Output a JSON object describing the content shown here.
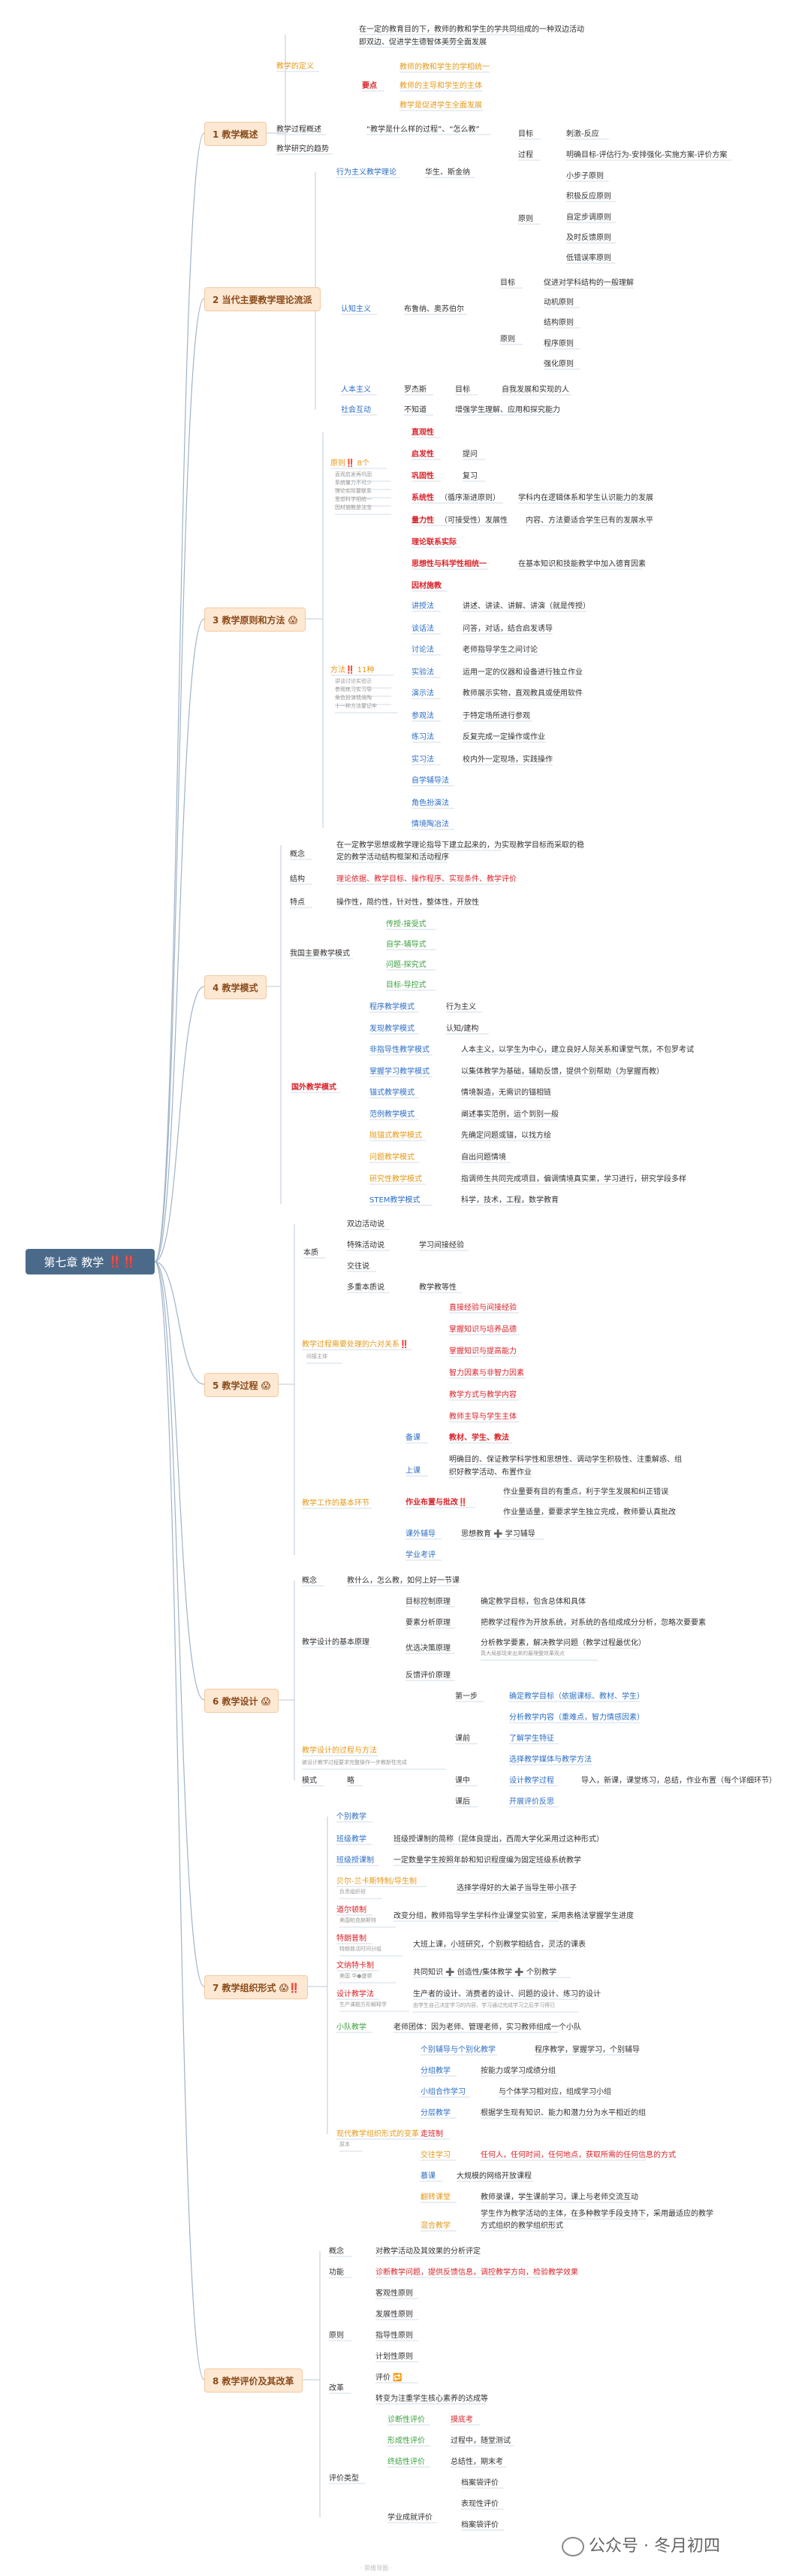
{
  "title": "第七章 教学",
  "title_badge": "‼️‼️",
  "chapters": [
    {
      "label": "1 教学概述"
    },
    {
      "label": "2 当代主要教学理论流派"
    },
    {
      "label": "3 教学原则和方法 😱"
    },
    {
      "label": "4 教学模式"
    },
    {
      "label": "5 教学过程 😱"
    },
    {
      "label": "6 教学设计 😱"
    },
    {
      "label": "7 教学组织形式 😱‼️"
    },
    {
      "label": "8 教学评价及其改革"
    }
  ],
  "watermark": "公众号 · 冬月初四",
  "footer": "· 思维导图 ·",
  "nodes": [
    [
      "n1",
      "在一定的教育目的下，教师的教和学生的学共同组成的一种双边活动",
      478,
      33,
      ""
    ],
    [
      "n2",
      "即双边、促进学生德智体美劳全面发展",
      478,
      50,
      ""
    ],
    [
      "n3",
      "教学的定义",
      368,
      82,
      "orange"
    ],
    [
      "n4",
      "要点",
      482,
      108,
      "red b"
    ],
    [
      "n5",
      "教师的教和学生的学相统一",
      532,
      83,
      "orange"
    ],
    [
      "n6",
      "教师的主导和学生的主体",
      532,
      108,
      "orange"
    ],
    [
      "n7",
      "教学是促进学生全面发展",
      532,
      134,
      "orange"
    ],
    [
      "n8",
      "教学过程概述",
      368,
      166,
      ""
    ],
    [
      "n9",
      "“教学是什么样的过程”、“怎么教”",
      488,
      166,
      ""
    ],
    [
      "n10",
      "教学研究的趋势",
      368,
      192,
      ""
    ],
    [
      "n11",
      "行为主义教学理论",
      448,
      223,
      "blue"
    ],
    [
      "n12",
      "华生、斯金纳",
      566,
      223,
      ""
    ],
    [
      "n13",
      "目标",
      690,
      172,
      ""
    ],
    [
      "n14",
      "刺激-反应",
      754,
      172,
      ""
    ],
    [
      "n15",
      "过程",
      690,
      200,
      ""
    ],
    [
      "n16",
      "明确目标-评估行为-安排强化-实施方案-评价方案",
      754,
      200,
      ""
    ],
    [
      "n17",
      "原则",
      690,
      285,
      ""
    ],
    [
      "n18",
      "小步子原则",
      754,
      228,
      ""
    ],
    [
      "n19",
      "积极反应原则",
      754,
      255,
      ""
    ],
    [
      "n20",
      "自定步调原则",
      754,
      283,
      ""
    ],
    [
      "n21",
      "及时反馈原则",
      754,
      310,
      ""
    ],
    [
      "n22",
      "低错误率原则",
      754,
      337,
      ""
    ],
    [
      "n23",
      "认知主义",
      454,
      405,
      "blue"
    ],
    [
      "n24",
      "布鲁纳、奥苏伯尔",
      538,
      405,
      ""
    ],
    [
      "n25",
      "目标",
      666,
      370,
      ""
    ],
    [
      "n26",
      "促进对学科结构的一般理解",
      724,
      370,
      ""
    ],
    [
      "n27",
      "原则",
      666,
      445,
      ""
    ],
    [
      "n28",
      "动机原则",
      724,
      396,
      ""
    ],
    [
      "n29",
      "结构原则",
      724,
      423,
      ""
    ],
    [
      "n30",
      "程序原则",
      724,
      451,
      ""
    ],
    [
      "n31",
      "强化原则",
      724,
      478,
      ""
    ],
    [
      "n32",
      "人本主义",
      454,
      512,
      "blue"
    ],
    [
      "n33",
      "罗杰斯",
      538,
      512,
      ""
    ],
    [
      "n34",
      "目标",
      606,
      512,
      ""
    ],
    [
      "n35",
      "自我发展和实现的人",
      668,
      512,
      ""
    ],
    [
      "n36",
      "社会互动",
      454,
      539,
      "blue"
    ],
    [
      "n37",
      "不知道",
      538,
      539,
      ""
    ],
    [
      "n38",
      "增强学生理解、应用和探究能力",
      606,
      539,
      ""
    ],
    [
      "n39",
      "直观性",
      548,
      569,
      "red b"
    ],
    [
      "n40",
      "启发性",
      548,
      598,
      "red b"
    ],
    [
      "n41",
      "提问",
      616,
      598,
      ""
    ],
    [
      "n42",
      "巩固性",
      548,
      627,
      "red b"
    ],
    [
      "n43",
      "复习",
      616,
      627,
      ""
    ],
    [
      "n44",
      "系统性",
      548,
      656,
      "red b"
    ],
    [
      "n45",
      "（循序渐进原则）",
      586,
      656,
      ""
    ],
    [
      "n46",
      "学科内在逻辑体系和学生认识能力的发展",
      690,
      656,
      ""
    ],
    [
      "n47",
      "量力性",
      548,
      686,
      "red b"
    ],
    [
      "n48",
      "（可接受性）发展性",
      586,
      686,
      ""
    ],
    [
      "n49",
      "内容、方法要适合学生已有的发展水平",
      700,
      686,
      ""
    ],
    [
      "n50",
      "理论联系实际",
      548,
      715,
      "red b"
    ],
    [
      "n51",
      "思想性与科学性相统一",
      548,
      744,
      "red b"
    ],
    [
      "n52",
      "在基本知识和技能教学中加入德育因素",
      690,
      744,
      ""
    ],
    [
      "n53",
      "因材施教",
      548,
      773,
      "red b"
    ],
    [
      "n54",
      "原则‼️ 8个",
      440,
      610,
      "orange"
    ],
    [
      "n55",
      "直观启发再巩固",
      446,
      627,
      "note"
    ],
    [
      "n56",
      "系统量力不可少",
      446,
      638,
      "note"
    ],
    [
      "n57",
      "理论实际要联系",
      446,
      649,
      "note"
    ],
    [
      "n58",
      "思想科学相统一",
      446,
      660,
      "note"
    ],
    [
      "n59",
      "因材施教是法宝",
      446,
      671,
      "note"
    ],
    [
      "n60",
      "讲授法",
      548,
      800,
      "blue"
    ],
    [
      "n61",
      "讲述、讲读、讲解、讲演（就是传授）",
      616,
      800,
      ""
    ],
    [
      "n62",
      "谈话法",
      548,
      830,
      "blue"
    ],
    [
      "n63",
      "问答，对话，结合启发诱导",
      616,
      830,
      ""
    ],
    [
      "n64",
      "讨论法",
      548,
      858,
      "blue"
    ],
    [
      "n65",
      "老师指导学生之间讨论",
      616,
      858,
      ""
    ],
    [
      "n66",
      "实验法",
      548,
      888,
      "blue"
    ],
    [
      "n67",
      "运用一定的仪器和设备进行独立作业",
      616,
      888,
      ""
    ],
    [
      "n68",
      "演示法",
      548,
      916,
      "blue"
    ],
    [
      "n69",
      "教师展示实物，直观教具或使用软件",
      616,
      916,
      ""
    ],
    [
      "n70",
      "参观法",
      548,
      946,
      "blue"
    ],
    [
      "n71",
      "于特定场所进行参观",
      616,
      946,
      ""
    ],
    [
      "n72",
      "练习法",
      548,
      974,
      "blue"
    ],
    [
      "n73",
      "反复完成一定操作或作业",
      616,
      974,
      ""
    ],
    [
      "n74",
      "实习法",
      548,
      1004,
      "blue"
    ],
    [
      "n75",
      "校内外一定现场，实践操作",
      616,
      1004,
      ""
    ],
    [
      "n76",
      "自学辅导法",
      548,
      1032,
      "blue"
    ],
    [
      "n77",
      "角色扮演法",
      548,
      1062,
      "blue"
    ],
    [
      "n78",
      "情境陶冶法",
      548,
      1090,
      "blue"
    ],
    [
      "n79",
      "方法‼️ 11种",
      440,
      885,
      "orange"
    ],
    [
      "n80",
      "讲谈讨论实验示",
      446,
      902,
      "note"
    ],
    [
      "n81",
      "参观练习实习导",
      446,
      913,
      "note"
    ],
    [
      "n82",
      "角色扮演情境陶",
      446,
      924,
      "note"
    ],
    [
      "n83",
      "十一种方法要记牢",
      446,
      935,
      "note"
    ],
    [
      "n84",
      "在一定教学思想或教学理论指导下建立起来的，为实现教学目标而采取的稳",
      448,
      1118,
      ""
    ],
    [
      "n85",
      "定的教学活动结构框架和活动程序",
      448,
      1134,
      ""
    ],
    [
      "n86",
      "概念",
      386,
      1130,
      ""
    ],
    [
      "n87",
      "结构",
      386,
      1163,
      ""
    ],
    [
      "n88",
      "理论依据、教学目标、操作程序、实现条件、教学评价",
      448,
      1163,
      "red"
    ],
    [
      "n89",
      "特点",
      386,
      1194,
      ""
    ],
    [
      "n90",
      "操作性，简约性，针对性，整体性，开放性",
      448,
      1194,
      ""
    ],
    [
      "n91",
      "我国主要教学模式",
      386,
      1262,
      ""
    ],
    [
      "n92",
      "传授-接受式",
      514,
      1223,
      "green"
    ],
    [
      "n93",
      "自学-辅导式",
      514,
      1250,
      "green"
    ],
    [
      "n94",
      "问题-探究式",
      514,
      1277,
      "green"
    ],
    [
      "n95",
      "目标-导控式",
      514,
      1304,
      "green"
    ],
    [
      "n96",
      "国外教学模式",
      388,
      1440,
      "red b"
    ],
    [
      "n97",
      "程序教学模式",
      492,
      1333,
      "blue"
    ],
    [
      "n98",
      "行为主义",
      594,
      1333,
      ""
    ],
    [
      "n99",
      "发现教学模式",
      492,
      1362,
      "blue"
    ],
    [
      "n100",
      "认知/建构",
      594,
      1362,
      ""
    ],
    [
      "n101",
      "非指导性教学模式",
      492,
      1390,
      "blue"
    ],
    [
      "n102",
      "人本主义，以学生为中心，建立良好人际关系和课堂气氛，不包罗考试",
      614,
      1390,
      ""
    ],
    [
      "n103",
      "掌握学习教学模式",
      492,
      1419,
      "blue"
    ],
    [
      "n104",
      "以集体教学为基础，辅助反馈，提供个别帮助（为掌握而教）",
      614,
      1419,
      ""
    ],
    [
      "n105",
      "锚式教学模式",
      492,
      1447,
      "blue"
    ],
    [
      "n106",
      "情境製造，无需识的锚相链",
      614,
      1447,
      ""
    ],
    [
      "n107",
      "范例教学模式",
      492,
      1476,
      "blue"
    ],
    [
      "n108",
      "阐述事实范例，运个到别一般",
      614,
      1476,
      ""
    ],
    [
      "n109",
      "抛锚式教学模式",
      492,
      1504,
      "orange"
    ],
    [
      "n110",
      "先确定问题或锚，以找方绘",
      614,
      1504,
      ""
    ],
    [
      "n111",
      "问题教学模式",
      492,
      1533,
      "orange"
    ],
    [
      "n112",
      "自出问题情境",
      614,
      1533,
      ""
    ],
    [
      "n113",
      "研究性教学模式",
      492,
      1562,
      "orange"
    ],
    [
      "n114",
      "指调师生共同完成项目，偏调情境真实果，学习进行，研究学段多样",
      614,
      1562,
      ""
    ],
    [
      "n115",
      "STEM教学模式",
      492,
      1590,
      "blue"
    ],
    [
      "n116",
      "科学，技术，工程，数学教育",
      614,
      1590,
      ""
    ],
    [
      "n117",
      "本质",
      404,
      1660,
      ""
    ],
    [
      "n118",
      "双边活动说",
      462,
      1622,
      ""
    ],
    [
      "n119",
      "特殊活动说",
      462,
      1650,
      ""
    ],
    [
      "n120",
      "学习间接经验",
      558,
      1650,
      ""
    ],
    [
      "n121",
      "交往说",
      462,
      1678,
      ""
    ],
    [
      "n122",
      "多重本质说",
      462,
      1706,
      ""
    ],
    [
      "n123",
      "教学教等性",
      558,
      1706,
      ""
    ],
    [
      "n124",
      "教学过程需要处理的六对关系‼️",
      402,
      1782,
      "orange"
    ],
    [
      "n125",
      "间接主体",
      408,
      1800,
      "note"
    ],
    [
      "n126",
      "直接经验与间接经验",
      598,
      1733,
      "red"
    ],
    [
      "n127",
      "掌握知识与培养品德",
      598,
      1762,
      "red"
    ],
    [
      "n128",
      "掌握知识与提高能力",
      598,
      1791,
      "red"
    ],
    [
      "n129",
      "智力因素与非智力因素",
      598,
      1820,
      "red"
    ],
    [
      "n130",
      "教学方式与教学内容",
      598,
      1849,
      "red"
    ],
    [
      "n131",
      "教师主导与学生主体",
      598,
      1878,
      "red"
    ],
    [
      "n132",
      "教学工作的基本环节",
      402,
      1993,
      "orange"
    ],
    [
      "n133",
      "备课",
      540,
      1906,
      "blue"
    ],
    [
      "n134",
      "教材、学生、教法",
      598,
      1906,
      "red b"
    ],
    [
      "n135",
      "上课",
      540,
      1950,
      "blue"
    ],
    [
      "n136",
      "明确目的、保证教学科学性和思想性、调动学生积极性、注重解惑、组",
      598,
      1935,
      ""
    ],
    [
      "n137",
      "织好教学活动、布置作业",
      598,
      1952,
      ""
    ],
    [
      "n138",
      "作业布置与批改‼️",
      540,
      1992,
      "red b"
    ],
    [
      "n139",
      "作业量要有目的有重点，利于学生发展和纠正错误",
      670,
      1978,
      ""
    ],
    [
      "n140",
      "作业量适量，要要求学生独立完成，教师要认真批改",
      670,
      2005,
      ""
    ],
    [
      "n141",
      "课外辅导",
      540,
      2034,
      "blue"
    ],
    [
      "n142",
      "思想教育 ➕ 学习辅导",
      614,
      2034,
      ""
    ],
    [
      "n143",
      "学业考评",
      540,
      2062,
      "blue"
    ],
    [
      "n144",
      "概念",
      402,
      2096,
      ""
    ],
    [
      "n145",
      "教什么，怎么教，如何上好一节课",
      462,
      2096,
      ""
    ],
    [
      "n146",
      "教学设计的基本原理",
      402,
      2178,
      ""
    ],
    [
      "n147",
      "目标控制原理",
      540,
      2124,
      ""
    ],
    [
      "n148",
      "确定教学目标，包含总体和具体",
      640,
      2124,
      ""
    ],
    [
      "n149",
      "要素分析原理",
      540,
      2152,
      ""
    ],
    [
      "n150",
      "把教学过程作为开放系统，对系统的各组成成分分析，忽略次要要素",
      640,
      2152,
      ""
    ],
    [
      "n151",
      "优选决策原理",
      540,
      2186,
      ""
    ],
    [
      "n152",
      "分析教学要素，解决教学问题（教学过程最优化）",
      640,
      2179,
      ""
    ],
    [
      "n153",
      "真大局部现来出来的最理整效果观点",
      640,
      2195,
      "note"
    ],
    [
      "n154",
      "反馈评价原理",
      540,
      2222,
      ""
    ],
    [
      "n155",
      "教学设计的过程与方法",
      402,
      2322,
      "orange"
    ],
    [
      "n156",
      "被设计教学过程要求完整操作一步教新性完成",
      402,
      2340,
      "note"
    ],
    [
      "n157",
      "第一步",
      606,
      2250,
      ""
    ],
    [
      "n158",
      "确定教学目标（依据课标、教材、学生）",
      678,
      2250,
      "blue"
    ],
    [
      "n159",
      "课前",
      606,
      2306,
      ""
    ],
    [
      "n160",
      "分析教学内容（重难点，智力情感因素）",
      678,
      2278,
      "blue"
    ],
    [
      "n161",
      "了解学生特征",
      678,
      2306,
      "blue"
    ],
    [
      "n162",
      "选择教学媒体与教学方法",
      678,
      2334,
      "blue"
    ],
    [
      "n163",
      "课中",
      606,
      2362,
      ""
    ],
    [
      "n164",
      "设计教学过程",
      678,
      2362,
      "blue"
    ],
    [
      "n165",
      "导入，新课，课堂练习，总结，作业布置（每个详细环节）",
      774,
      2362,
      ""
    ],
    [
      "n166",
      "课后",
      606,
      2390,
      ""
    ],
    [
      "n167",
      "开展评价反思",
      678,
      2390,
      "blue"
    ],
    [
      "n168",
      "模式",
      402,
      2362,
      ""
    ],
    [
      "n169",
      "略",
      462,
      2362,
      ""
    ],
    [
      "n170",
      "个别教学",
      448,
      2410,
      "blue"
    ],
    [
      "n171",
      "班级教学",
      448,
      2440,
      "blue"
    ],
    [
      "n172",
      "班级授课制的简称（昆体良提出，西周大学化采用过这种形式）",
      524,
      2440,
      ""
    ],
    [
      "n173",
      "班级授课制",
      448,
      2468,
      "blue"
    ],
    [
      "n174",
      "一定数量学生按照年龄和知识程度编为固定班级系统教学",
      524,
      2468,
      ""
    ],
    [
      "n175",
      "贝尔-兰卡斯特制/导生制",
      448,
      2496,
      "orange"
    ],
    [
      "n176",
      "负责组织班",
      452,
      2512,
      "note"
    ],
    [
      "n177",
      "选择学得好的大弟子当导生带小孩子",
      608,
      2505,
      ""
    ],
    [
      "n178",
      "道尔顿制",
      448,
      2534,
      "red"
    ],
    [
      "n179",
      "美国帕克赫斯特",
      452,
      2550,
      "note"
    ],
    [
      "n180",
      "改变分组，教师指导学生学科作业课堂实验室，采用表格法掌握学生进度",
      524,
      2542,
      ""
    ],
    [
      "n181",
      "特朗普制",
      448,
      2572,
      "red"
    ],
    [
      "n182",
      "特朗普活时间分组",
      452,
      2588,
      "note"
    ],
    [
      "n183",
      "大班上课，小班研究，个别教学相结合，灵活的课表",
      550,
      2580,
      ""
    ],
    [
      "n184",
      "文纳特卡制",
      448,
      2608,
      "red"
    ],
    [
      "n185",
      "美国 华●盛顿",
      452,
      2624,
      "note"
    ],
    [
      "n186",
      "共同知识 ➕ 创造性/集体教学 ➕ 个别教学",
      550,
      2617,
      ""
    ],
    [
      "n187",
      "设计教学法",
      448,
      2646,
      "red"
    ],
    [
      "n188",
      "生产课题方形解释学",
      452,
      2662,
      "note"
    ],
    [
      "n189",
      "生产者的设计、消费者的设计、问题的设计、练习的设计",
      550,
      2646,
      ""
    ],
    [
      "n190",
      "由学生自己决定学习的内容，学习通过完成学习之后学习得已",
      550,
      2663,
      "note"
    ],
    [
      "n191",
      "小队教学",
      448,
      2690,
      "green"
    ],
    [
      "n192",
      "老师团体：因为老师、管理老师，实习教师组成一个小队",
      524,
      2690,
      ""
    ],
    [
      "n193",
      "个别辅导与个别化教学",
      560,
      2720,
      "blue"
    ],
    [
      "n194",
      "程序教学，掌握学习，个别辅导",
      712,
      2720,
      ""
    ],
    [
      "n195",
      "分组教学",
      560,
      2748,
      "blue"
    ],
    [
      "n196",
      "按能力或学习成绩分组",
      640,
      2748,
      ""
    ],
    [
      "n197",
      "小组合作学习",
      560,
      2776,
      "blue"
    ],
    [
      "n198",
      "与个体学习相对应，组成学习小组",
      664,
      2776,
      ""
    ],
    [
      "n199",
      "分层教学",
      560,
      2804,
      "blue"
    ],
    [
      "n200",
      "根据学生现有知识、能力和潜力分为水平相近的组",
      640,
      2804,
      ""
    ],
    [
      "n201",
      "走班制",
      560,
      2832,
      "red"
    ],
    [
      "n202",
      "现代教学组织形式的变革",
      448,
      2832,
      "orange"
    ],
    [
      "n203",
      "原本",
      452,
      2848,
      "note"
    ],
    [
      "n204",
      "交往学习",
      560,
      2860,
      "orange"
    ],
    [
      "n205",
      "任何人，任何时间，任何地点，获取所需的任何信息的方式",
      640,
      2860,
      "red"
    ],
    [
      "n206",
      "慕课",
      560,
      2888,
      "blue"
    ],
    [
      "n207",
      "大规模的网络开放课程",
      608,
      2888,
      ""
    ],
    [
      "n208",
      "翻转课堂",
      560,
      2916,
      "orange"
    ],
    [
      "n209",
      "教师录课，学生课前学习，课上与老师交流互动",
      640,
      2916,
      ""
    ],
    [
      "n210",
      "学生作为教学活动的主体，在多种教学手段支持下，采用最适应的教学",
      640,
      2938,
      ""
    ],
    [
      "n211",
      "混合教学",
      560,
      2954,
      "orange"
    ],
    [
      "n212",
      "方式组织的教学组织形式",
      640,
      2954,
      ""
    ],
    [
      "n213",
      "概念",
      438,
      2988,
      ""
    ],
    [
      "n214",
      "对教学活动及其效果的分析评定",
      500,
      2988,
      ""
    ],
    [
      "n215",
      "功能",
      438,
      3016,
      ""
    ],
    [
      "n216",
      "诊断教学问题，提供反馈信息，调控教学方向，检验教学效果",
      500,
      3016,
      "red"
    ],
    [
      "n217",
      "原则",
      438,
      3100,
      ""
    ],
    [
      "n218",
      "客观性原则",
      500,
      3044,
      ""
    ],
    [
      "n219",
      "发展性原则",
      500,
      3072,
      ""
    ],
    [
      "n220",
      "指导性原则",
      500,
      3100,
      ""
    ],
    [
      "n221",
      "计划性原则",
      500,
      3128,
      ""
    ],
    [
      "n222",
      "改革",
      438,
      3170,
      ""
    ],
    [
      "n223",
      "评价 🔁",
      500,
      3156,
      ""
    ],
    [
      "n224",
      "转变为注重学生核心素养的达成等",
      500,
      3184,
      ""
    ],
    [
      "n225",
      "评价类型",
      438,
      3290,
      ""
    ],
    [
      "n226",
      "诊断性评价",
      516,
      3212,
      "green"
    ],
    [
      "n227",
      "摸底考",
      600,
      3212,
      "red"
    ],
    [
      "n228",
      "形成性评价",
      516,
      3240,
      "green"
    ],
    [
      "n229",
      "过程中，随堂测试",
      600,
      3240,
      ""
    ],
    [
      "n230",
      "终结性评价",
      516,
      3268,
      "green"
    ],
    [
      "n231",
      "总结性，期末考",
      600,
      3268,
      ""
    ],
    [
      "n232",
      "学业成就评价",
      516,
      3342,
      ""
    ],
    [
      "n233",
      "档案袋评价",
      614,
      3296,
      ""
    ],
    [
      "n234",
      "表现性评价",
      614,
      3324,
      ""
    ],
    [
      "n235",
      "档案袋评价",
      614,
      3352,
      ""
    ]
  ]
}
